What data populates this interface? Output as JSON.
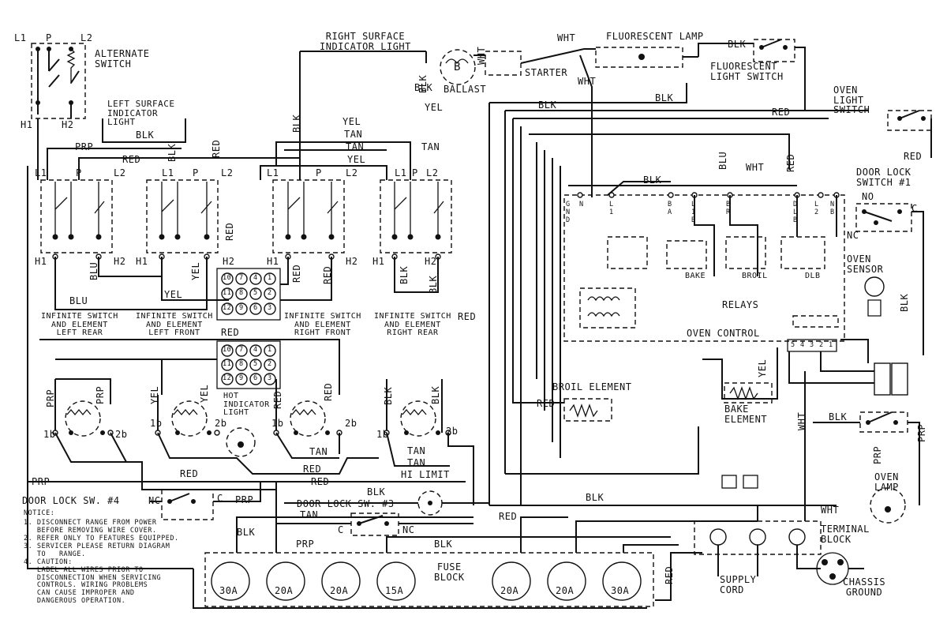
{
  "labels": {
    "alternate_switch": "ALTERNATE\nSWITCH",
    "l1": "L1",
    "p": "P",
    "l2": "L2",
    "h1": "H1",
    "h2": "H2",
    "right_surface_indicator": "RIGHT SURFACE\nINDICATOR LIGHT",
    "left_surface_indicator": "LEFT SURFACE\nINDICATOR\nLIGHT",
    "fluorescent_lamp": "FLUORESCENT LAMP",
    "fluorescent_light_switch": "FLUORESCENT\nLIGHT SWITCH",
    "starter": "STARTER",
    "ballast": "BALLAST",
    "ballast_b": "B",
    "oven_light_switch": "OVEN\nLIGHT\nSWITCH",
    "door_lock_switch_1": "DOOR LOCK\nSWITCH #1",
    "no": "NO",
    "nc": "NC",
    "c": "C",
    "oven_sensor": "OVEN\nSENSOR",
    "relays": "RELAYS",
    "oven_control": "OVEN CONTROL",
    "bake": "BAKE",
    "broil": "BROIL",
    "dlb": "DLB",
    "broil_element": "BROIL ELEMENT",
    "bake_element": "BAKE\nELEMENT",
    "hot_indicator_light": "HOT\nINDICATOR\nLIGHT",
    "hi_limit": "HI LIMIT",
    "door_lock_sw4": "DOOR LOCK SW. #4",
    "door_lock_sw3": "DOOR LOCK SW. #3",
    "oven_lamp": "OVEN\nLAMP",
    "terminal_block": "TERMINAL\nBLOCK",
    "fuse_block": "FUSE\nBLOCK",
    "supply_cord": "SUPPLY\nCORD",
    "chassis_ground": "CHASSIS\nGROUND",
    "infinite_lr": "INFINITE SWITCH\nAND ELEMENT\nLEFT REAR",
    "infinite_lf": "INFINITE SWITCH\nAND ELEMENT\nLEFT FRONT",
    "infinite_rf": "INFINITE SWITCH\nAND ELEMENT\nRIGHT FRONT",
    "infinite_rr": "INFINITE SWITCH\nAND ELEMENT\nRIGHT REAR",
    "one_b": "1b",
    "two_b": "2b"
  },
  "wire_colors": {
    "blk": "BLK",
    "red": "RED",
    "yel": "YEL",
    "tan": "TAN",
    "wht": "WHT",
    "blu": "BLU",
    "prp": "PRP"
  },
  "control_pins": [
    "G\nN\nD",
    "N",
    "L\n1",
    "B\nA",
    "L\n1\nB",
    "B\nR",
    "D\nL\nB",
    "L\n2",
    "N\nB"
  ],
  "terminal_numbers_top": [
    "10",
    "7",
    "4",
    "1"
  ],
  "terminal_numbers_mid": [
    "11",
    "8",
    "5",
    "2"
  ],
  "terminal_numbers_bot": [
    "12",
    "9",
    "6",
    "3"
  ],
  "sensor_pins": [
    "5",
    "4",
    "3",
    "2",
    "1"
  ],
  "fuses": [
    "30A",
    "20A",
    "20A",
    "15A",
    "20A",
    "20A",
    "30A"
  ],
  "notice": {
    "title": "NOTICE:",
    "items": [
      "1. DISCONNECT RANGE FROM POWER\n   BEFORE REMOVING WIRE COVER.",
      "2. REFER ONLY TO FEATURES EQUIPPED.",
      "3. SERVICER PLEASE RETURN DIAGRAM\n   TO   RANGE.",
      "4. CAUTION:\n   LABEL ALL WIRES PRIOR TO\n   DISCONNECTION WHEN SERVICING\n   CONTROLS. WIRING PROBLEMS\n   CAN CAUSE IMPROPER AND\n   DANGEROUS OPERATION."
    ]
  }
}
